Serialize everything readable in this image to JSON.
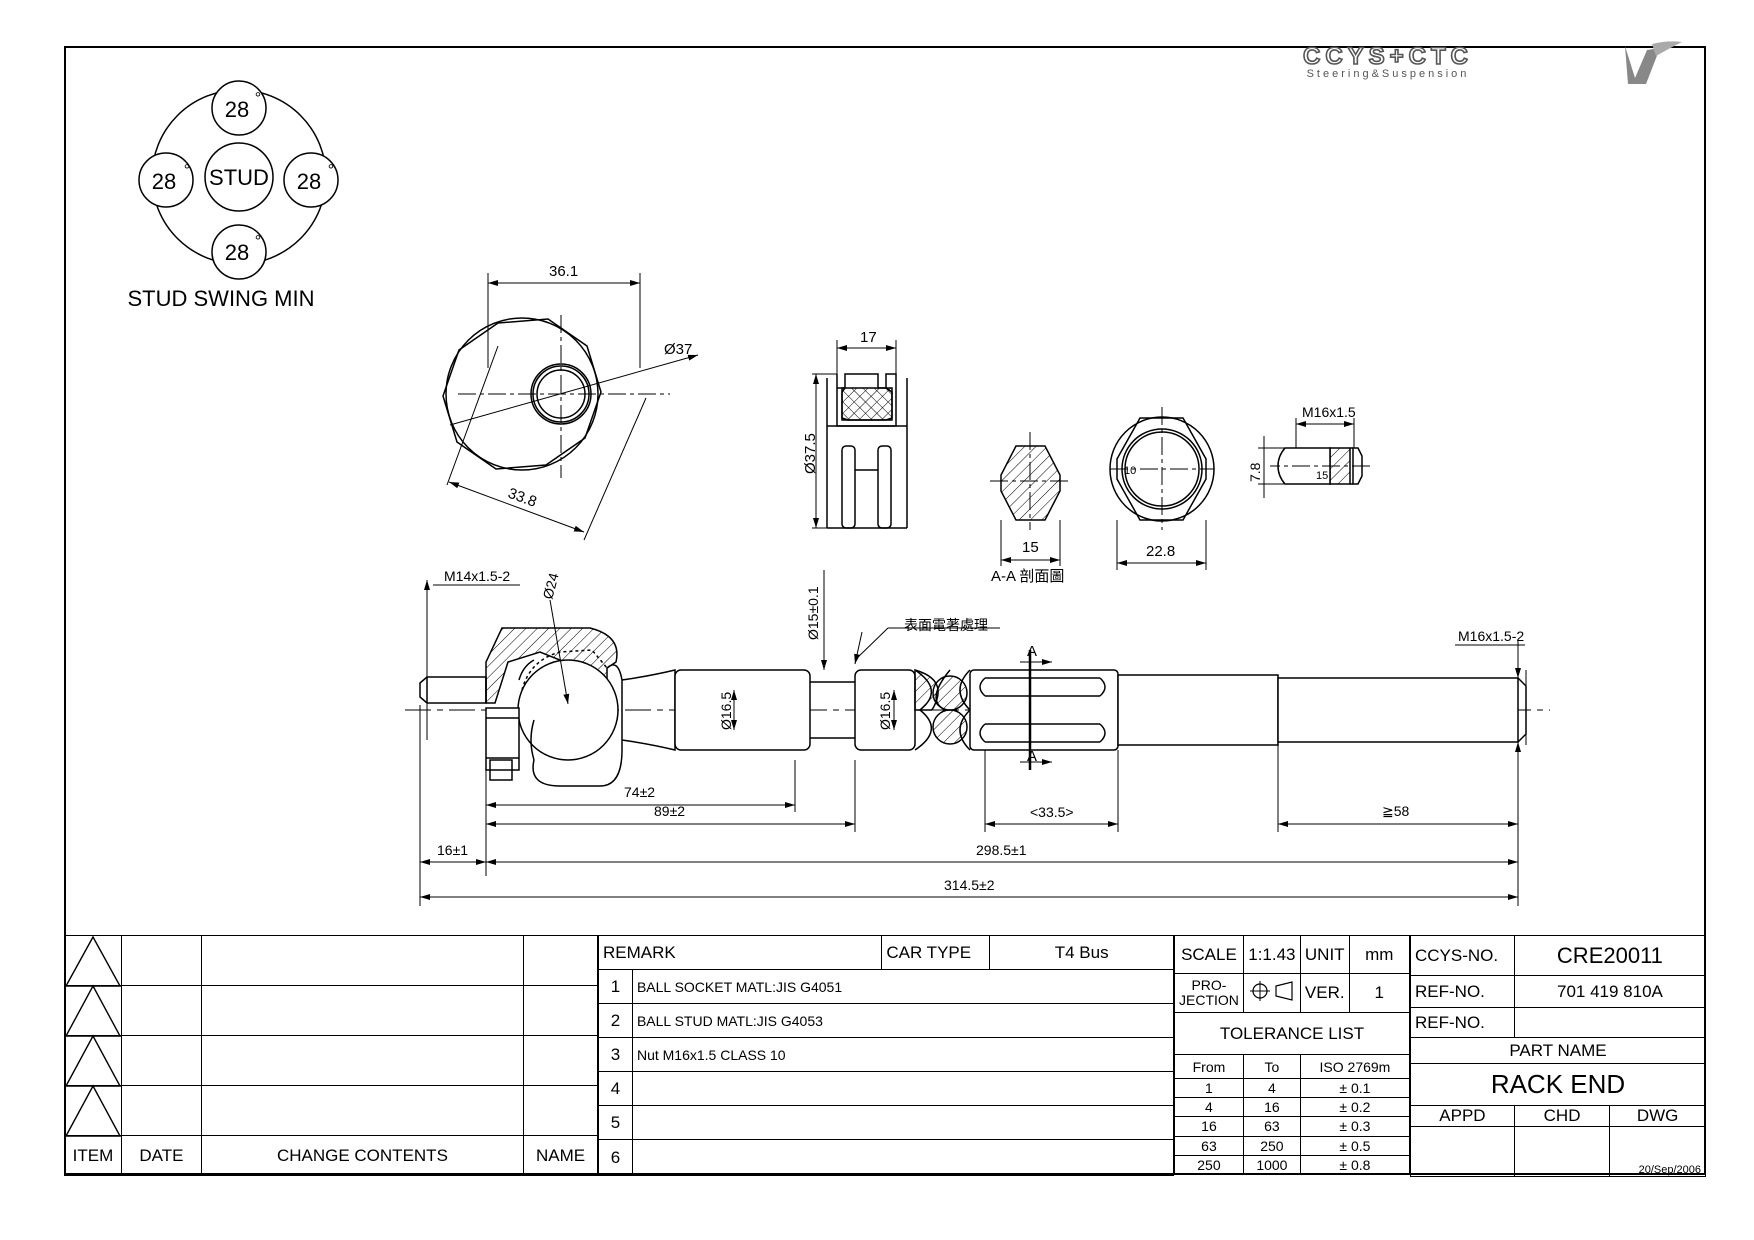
{
  "logo": {
    "brand": "CCYS+CTC",
    "tagline": "Steering&Suspension"
  },
  "swing": {
    "center": "STUD",
    "top": "28",
    "left": "28",
    "right": "28",
    "bottom": "28",
    "deg": "°",
    "caption": "STUD SWING MIN"
  },
  "dims": {
    "d36_1": "36.1",
    "d37": "Ø37",
    "d33_8": "33.8",
    "d17": "17",
    "d37_5": "Ø37.5",
    "d15": "15",
    "section": "A-A 剖面圖",
    "d22_8": "22.8",
    "d10": "10",
    "m16x1_5": "M16x1.5",
    "d7_8": "7.8",
    "m14": "M14x1.5-2",
    "d24": "Ø24",
    "d15t": "Ø15±0.1",
    "surface": "表面電著處理",
    "m16": "M16x1.5-2",
    "d16_5a": "Ø16.5",
    "d16_5b": "Ø16.5",
    "secA": "A",
    "secA2": "A",
    "d74": "74±2",
    "d89": "89±2",
    "d33_5": "<33.5>",
    "d58": "≧58",
    "d16": "16±1",
    "d298": "298.5±1",
    "d314": "314.5±2"
  },
  "revision": {
    "headers": [
      "ITEM",
      "DATE",
      "CHANGE CONTENTS",
      "NAME"
    ]
  },
  "remarks": {
    "header": "REMARK",
    "car_type_label": "CAR TYPE",
    "car_type": "T4 Bus",
    "rows": [
      {
        "n": "1",
        "text": "BALL SOCKET MATL:JIS G4051"
      },
      {
        "n": "2",
        "text": "BALL STUD MATL:JIS G4053"
      },
      {
        "n": "3",
        "text": "Nut M16x1.5 CLASS 10"
      },
      {
        "n": "4",
        "text": ""
      },
      {
        "n": "5",
        "text": ""
      },
      {
        "n": "6",
        "text": ""
      }
    ]
  },
  "spec": {
    "scale_label": "SCALE",
    "scale": "1:1.43",
    "unit_label": "UNIT",
    "unit": "mm",
    "projection_label": "PRO-\nJECTION",
    "ver_label": "VER.",
    "ver": "1",
    "tolerance_label": "TOLERANCE LIST",
    "tol_headers": [
      "From",
      "To",
      "ISO 2769m"
    ],
    "tol_rows": [
      [
        "1",
        "4",
        "± 0.1"
      ],
      [
        "4",
        "16",
        "± 0.2"
      ],
      [
        "16",
        "63",
        "± 0.3"
      ],
      [
        "63",
        "250",
        "± 0.5"
      ],
      [
        "250",
        "1000",
        "± 0.8"
      ]
    ]
  },
  "info": {
    "ccys_label": "CCYS-NO.",
    "ccys": "CRE20011",
    "ref1_label": "REF-NO.",
    "ref1": "701 419 810A",
    "ref2_label": "REF-NO.",
    "ref2": "",
    "part_label": "PART NAME",
    "part": "RACK END",
    "appd": "APPD",
    "chd": "CHD",
    "dwg": "DWG",
    "date": "20/Sep/2006"
  }
}
